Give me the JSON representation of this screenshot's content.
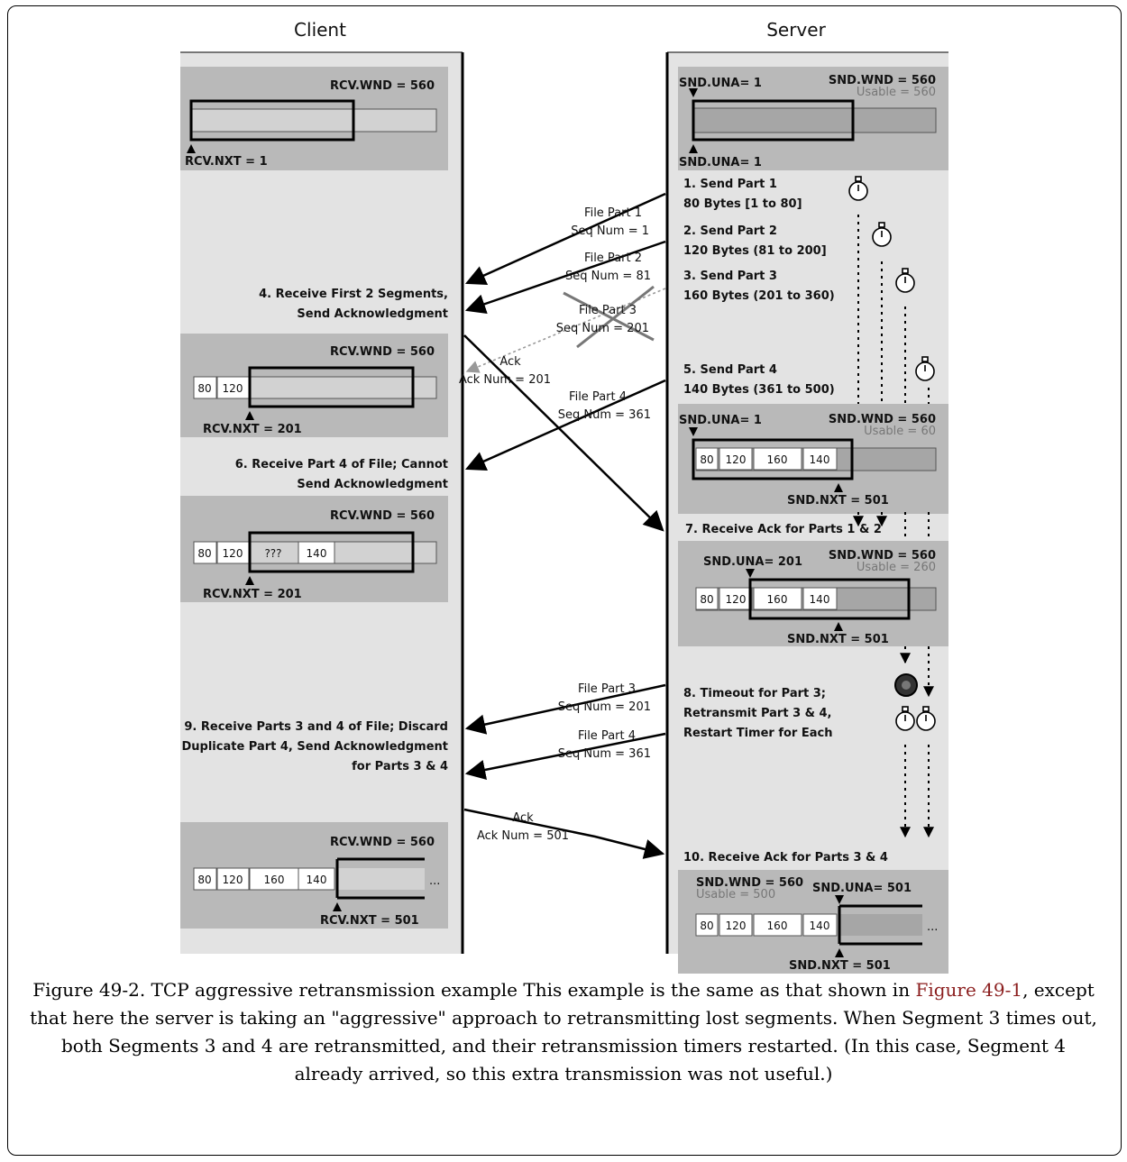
{
  "headers": {
    "client": "Client",
    "server": "Server"
  },
  "client_labels": {
    "rcv_wnd": "RCV.WND = 560",
    "rcv_nxt_1": "RCV.NXT = 1",
    "rcv_nxt_201": "RCV.NXT = 201",
    "rcv_nxt_501": "RCV.NXT = 501",
    "ellipsis": "..."
  },
  "client_steps": {
    "s4_l1": "4. Receive First 2 Segments,",
    "s4_l2": "Send Acknowledgment",
    "s6_l1": "6. Receive Part 4 of File; Cannot",
    "s6_l2": "Send Acknowledgment",
    "s9_l1": "9. Receive Parts 3 and 4 of File; Discard",
    "s9_l2": "Duplicate Part 4, Send Acknowledgment",
    "s9_l3": "for Parts 3 & 4"
  },
  "server_labels": {
    "snd_una_1": "SND.UNA= 1",
    "snd_una_201": "SND.UNA= 201",
    "snd_una_501": "SND.UNA= 501",
    "snd_wnd": "SND.WND = 560",
    "usable_560": "Usable = 560",
    "usable_60": "Usable = 60",
    "usable_260": "Usable = 260",
    "usable_500": "Usable = 500",
    "snd_nxt_501": "SND.NXT = 501",
    "ellipsis": "..."
  },
  "server_steps": {
    "s1_l1": "1. Send Part 1",
    "s1_l2": "80 Bytes [1 to 80]",
    "s2_l1": "2. Send Part 2",
    "s2_l2": "120 Bytes (81 to 200]",
    "s3_l1": "3. Send Part 3",
    "s3_l2": "160 Bytes (201 to 360)",
    "s5_l1": "5. Send Part 4",
    "s5_l2": "140 Bytes (361 to 500)",
    "s7": "7. Receive Ack for Parts 1 & 2",
    "s8_l1": "8. Timeout for Part 3;",
    "s8_l2": "Retransmit Part 3 & 4,",
    "s8_l3": "Restart Timer for Each",
    "s10": "10. Receive Ack for Parts 3 & 4"
  },
  "messages": {
    "fp1": "File Part 1",
    "seq1": "Seq Num = 1",
    "fp2": "File Part 2",
    "seq81": "Seq Num = 81",
    "fp3": "File Part 3",
    "seq201": "Seq Num = 201",
    "ack": "Ack",
    "ack201": "Ack Num = 201",
    "fp4": "File Part 4",
    "seq361": "Seq Num = 361",
    "ack501": "Ack Num = 501"
  },
  "segments": {
    "p1": "80",
    "p2": "120",
    "p3": "160",
    "p4": "140",
    "missing": "???"
  },
  "caption": {
    "text1": "Figure 49-2. TCP aggressive retransmission example This example is the same as that shown in ",
    "link": "Figure 49-1",
    "text2": ", except that here the server is taking an \"aggressive\" approach to retransmitting lost segments. When Segment 3 times out, both Segments 3 and 4 are retransmitted, and their retransmission timers restarted. (In this case, Segment 4 already arrived, so this extra transmission was not useful.)"
  },
  "colors": {
    "panel": "#b9b9b9",
    "column": "#e3e3e3",
    "window_fill": "#a6a6a6",
    "lost_line": "#9a9a9a"
  }
}
